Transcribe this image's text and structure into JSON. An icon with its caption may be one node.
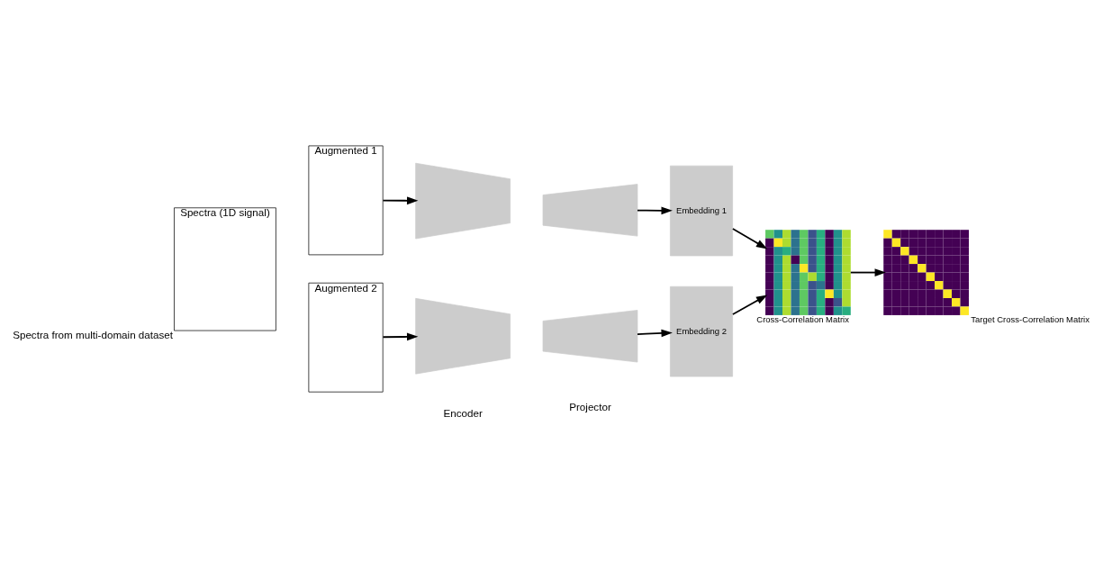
{
  "diagram": {
    "nodes": [
      {
        "text": [
          "Spectra (1D signal)"
        ],
        "beside": [
          "Spectra from multi-domain dataset"
        ]
      },
      {
        "text": [
          "Augmented 1"
        ]
      },
      {
        "text": [
          "Augmented 2"
        ]
      },
      {
        "text": [],
        "shape": "trapezium"
      },
      {
        "text": [],
        "shape": "trapezium"
      },
      {
        "text": [
          "Embedding 1"
        ]
      },
      {
        "text": [],
        "shape": "trapezium"
      },
      {
        "text": [],
        "shape": "trapezium"
      },
      {
        "text": [
          "Embedding 2"
        ]
      },
      {
        "text": [],
        "shape": "picture",
        "beside": [
          "Cross-Correlation Matrix"
        ]
      },
      {
        "text": [],
        "shape": "picture",
        "beside": [
          "Target Cross-Correlation Matrix"
        ]
      }
    ],
    "edges": [
      {
        "from": 1,
        "to": 3,
        "arrow": "to"
      },
      {
        "from": 4,
        "to": 5,
        "arrow": "to"
      },
      {
        "from": 2,
        "to": 6,
        "arrow": "to"
      },
      {
        "from": 7,
        "to": 8,
        "arrow": "to"
      },
      {
        "from": 5,
        "to": 9,
        "arrow": "to"
      },
      {
        "from": 8,
        "to": 9,
        "arrow": "to"
      },
      {
        "from": 9,
        "to": 10,
        "arrow": "to"
      }
    ],
    "labels": [
      "Encoder",
      "Projector"
    ]
  }
}
